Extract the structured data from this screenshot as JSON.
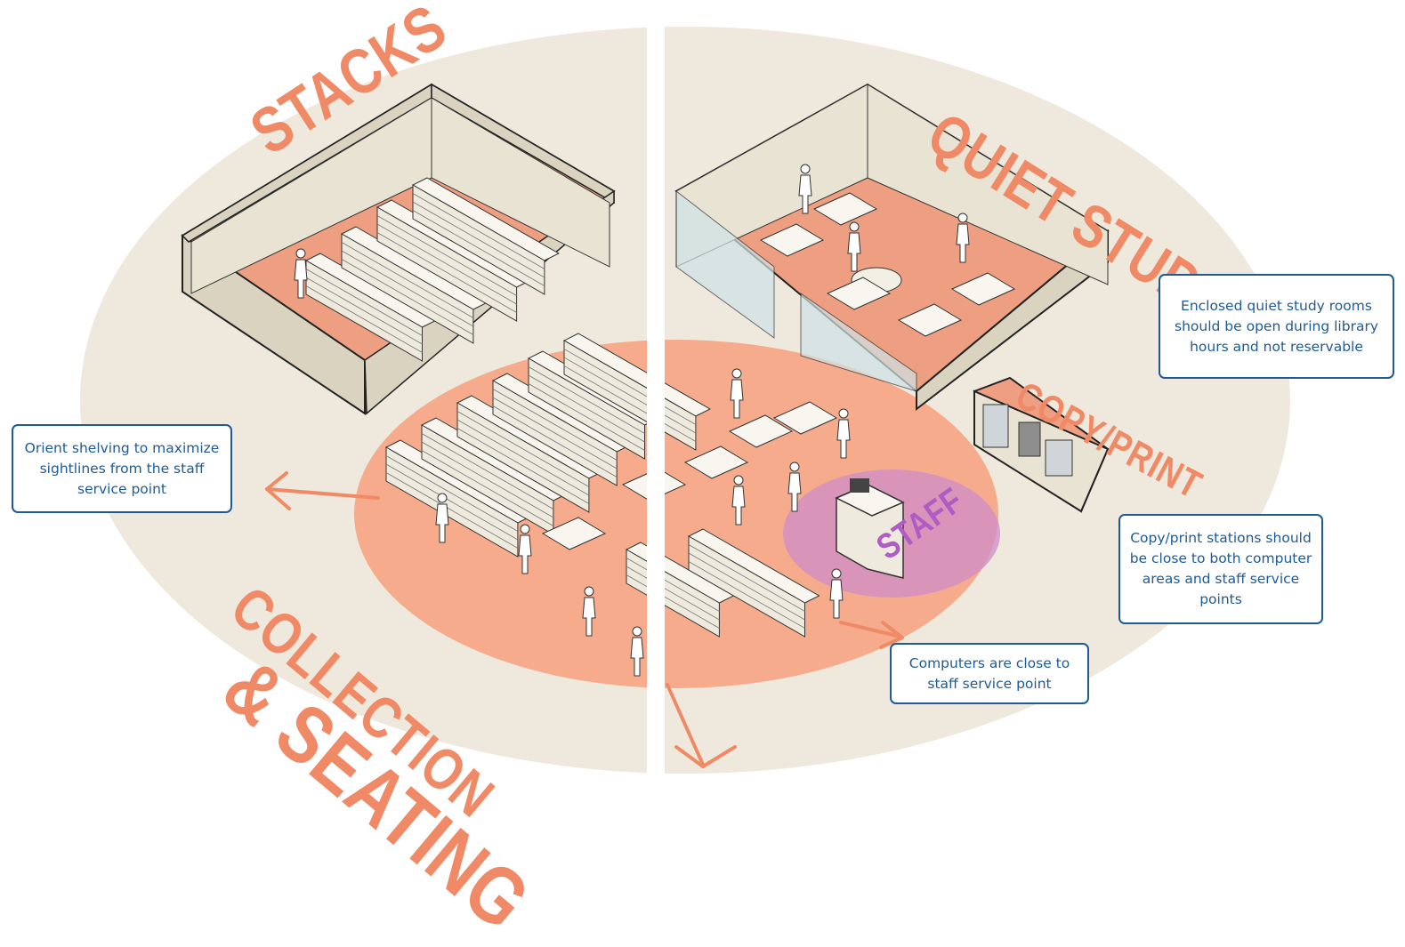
{
  "labels": {
    "stacks": "STACKS",
    "quiet_study": "QUIET STUDY",
    "copy_print": "COPY/PRINT",
    "staff": "STAFF",
    "collection": "COLLECTION",
    "seating": "& SEATING"
  },
  "callouts": {
    "quiet_study_note": "Enclosed quiet study rooms should be open during library hours and not reservable",
    "shelving_note": "Orient shelving to maximize sightlines from the staff service point",
    "copy_print_note": "Copy/print stations should be close to both computer areas and staff service points",
    "computers_note": "Computers are close to staff service point"
  },
  "colors": {
    "outer_zone": "#efe9dd",
    "collection_zone": "#f6ac8c",
    "staff_zone": "#cf8cc9",
    "label_orange": "#f08a66",
    "label_staff": "#b05cc4",
    "callout_border": "#1f5a96",
    "room_floor": "#ee9f82",
    "wall": "#d9d3c0",
    "shelf": "#eeeadd"
  }
}
